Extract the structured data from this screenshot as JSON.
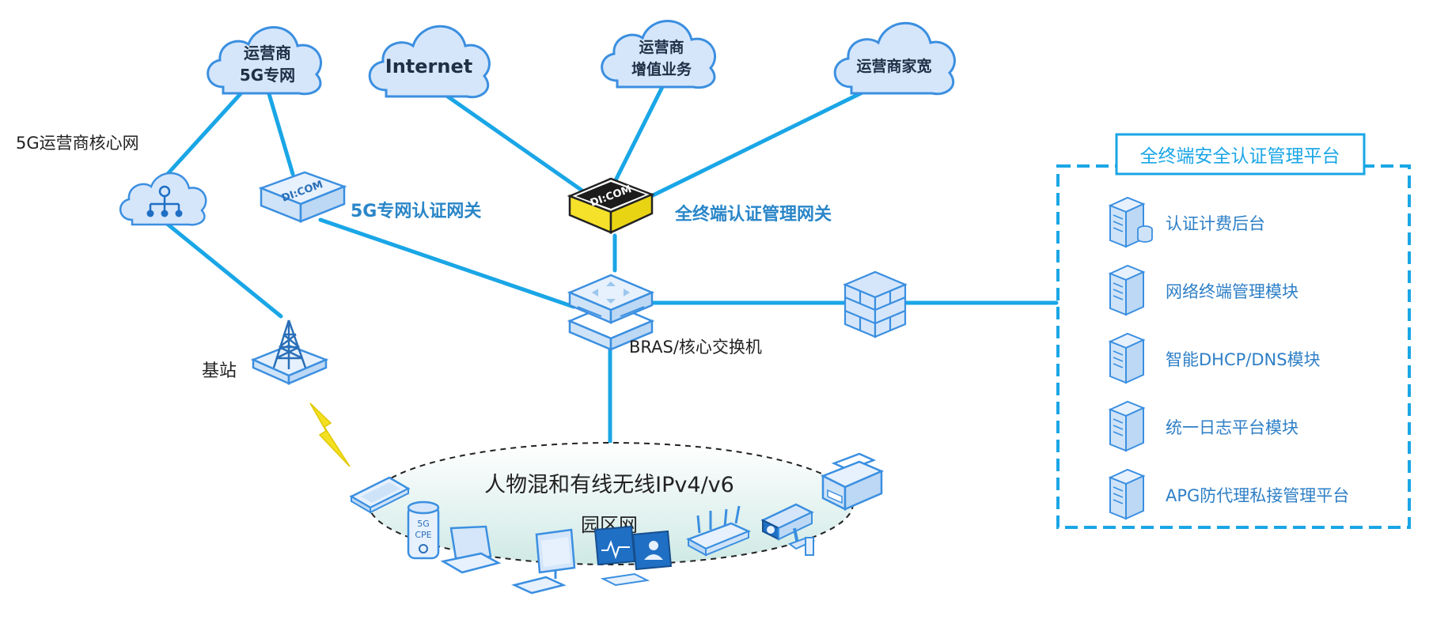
{
  "clouds": {
    "carrier_5g_line1": "运营商",
    "carrier_5g_line2": "5G专网",
    "internet": "Internet",
    "value_added_line1": "运营商",
    "value_added_line2": "增值业务",
    "home_broadband": "运营商家宽"
  },
  "labels": {
    "core_network": "5G运营商核心网",
    "gateway_5g": "5G专网认证网关",
    "gateway_all": "全终端认证管理网关",
    "bras": "BRAS/核心交换机",
    "base_station": "基站",
    "campus_line1": "人物混和有线无线IPv4/v6",
    "campus_line2": "园区网",
    "cpe_line1": "5G",
    "cpe_line2": "CPE",
    "device_brand": "DI:COM"
  },
  "platform": {
    "title": "全终端安全认证管理平台",
    "items": [
      "认证计费后台",
      "网络终端管理模块",
      "智能DHCP/DNS模块",
      "统一日志平台模块",
      "APG防代理私接管理平台"
    ]
  },
  "colors": {
    "link": "#1aa6e6",
    "cloud_fill": "#d5e6fb",
    "cloud_stroke": "#3b8fe0",
    "device_face": "#ddeeff",
    "gateway_yellow": "#f5e12a",
    "label_blue": "#2a86c8",
    "lightning": "#f3e021"
  }
}
